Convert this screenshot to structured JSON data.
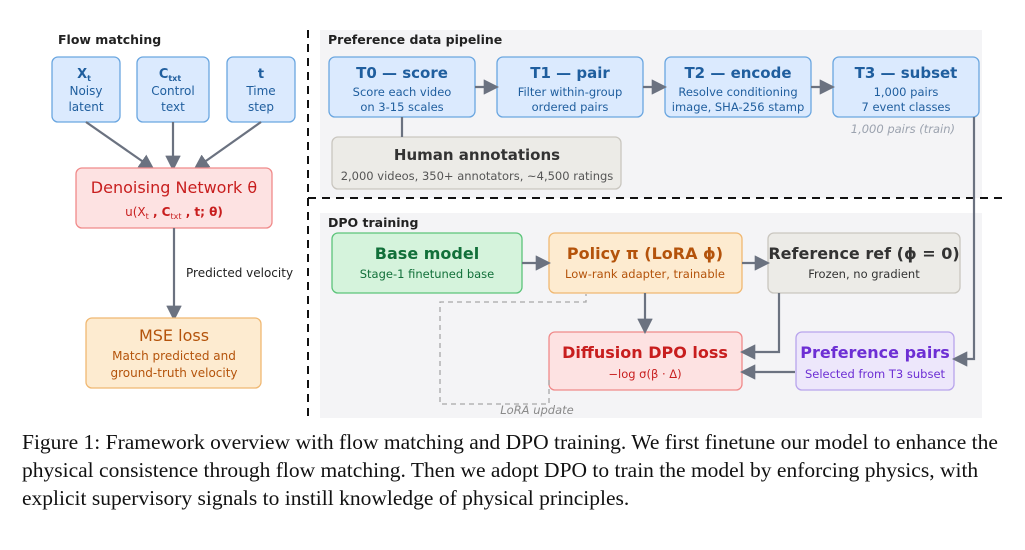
{
  "colors": {
    "blue_fill": "#dbeafe",
    "blue_stroke": "#6aa6e0",
    "blue_text": "#1f5e9e",
    "red_fill": "#fde2e2",
    "red_stroke": "#f08a8a",
    "red_text": "#c81e1e",
    "orange_fill": "#fdebd0",
    "orange_stroke": "#f0b872",
    "orange_text": "#b4530b",
    "green_fill": "#d5f3dc",
    "green_stroke": "#5cc47a",
    "green_text": "#12703a",
    "gray_fill": "#ecebe7",
    "gray_stroke": "#c9c6bf",
    "gray_text": "#333333",
    "purple_fill": "#ede7fb",
    "purple_stroke": "#b8a4ec",
    "purple_text": "#6d2fd4",
    "arrow": "#6b7280",
    "divider": "#111111"
  },
  "flow_matching": {
    "title": "Flow matching",
    "inputs": [
      {
        "symbol": "X",
        "sub": "t",
        "line1": "Noisy",
        "line2": "latent"
      },
      {
        "symbol": "C",
        "sub": "txt",
        "line1": "Control",
        "line2": "text"
      },
      {
        "symbol": "t",
        "sub": "",
        "line1": "Time",
        "line2": "step"
      }
    ],
    "network": {
      "title": "Denoising Network θ",
      "formula": "u(X",
      "formula_sub1": "t",
      "formula_mid": " , C",
      "formula_sub2": "txt",
      "formula_end": " , t; θ)"
    },
    "edge_label": "Predicted velocity",
    "loss": {
      "title": "MSE loss",
      "line1": "Match predicted and",
      "line2": "ground-truth velocity"
    }
  },
  "pipeline": {
    "title": "Preference data pipeline",
    "stages": [
      {
        "title": "T0 — score",
        "line1": "Score each video",
        "line2": "on 3-15 scales"
      },
      {
        "title": "T1 — pair",
        "line1": "Filter within-group",
        "line2": "ordered pairs"
      },
      {
        "title": "T2 — encode",
        "line1": "Resolve conditioning",
        "line2": "image, SHA-256 stamp"
      },
      {
        "title": "T3 — subset",
        "line1": "1,000 pairs",
        "line2": "7 event classes"
      }
    ],
    "subset_note": "1,000 pairs (train)",
    "human": {
      "title": "Human annotations",
      "line1": "2,000 videos, 350+ annotators, ~4,500 ratings"
    }
  },
  "dpo": {
    "title": "DPO training",
    "base": {
      "title": "Base model",
      "line1": "Stage-1 finetuned base"
    },
    "policy": {
      "title": "Policy π (LoRA ϕ)",
      "line1": "Low-rank adapter, trainable"
    },
    "reference": {
      "title": "Reference ref (ϕ = 0)",
      "line1": "Frozen, no gradient"
    },
    "loss": {
      "title": "Diffusion DPO loss",
      "line1": "−log σ(β · Δ)"
    },
    "pairs": {
      "title": "Preference pairs",
      "line1": "Selected from T3 subset"
    },
    "lora_label": "LoRA update"
  },
  "caption": "Figure 1: Framework overview with flow matching and DPO training. We first finetune our model to enhance the physical consistence through flow matching. Then we adopt DPO to train the model by enforcing physics, with explicit supervisory signals to instill knowledge of physical principles."
}
